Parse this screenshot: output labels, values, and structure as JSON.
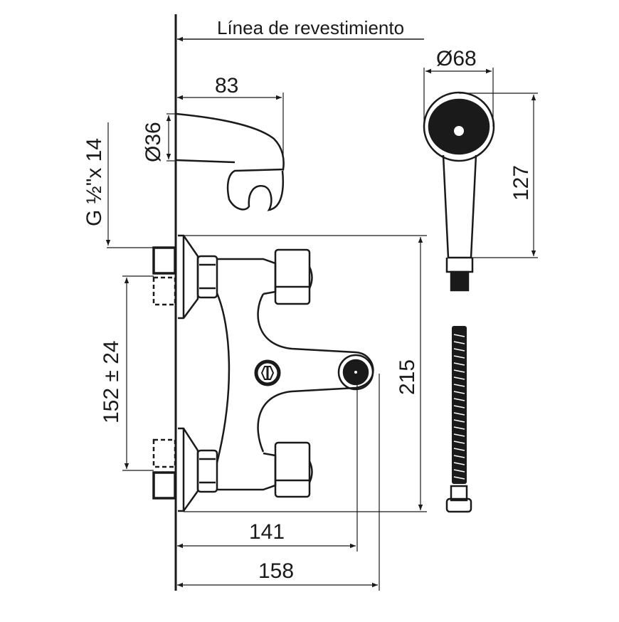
{
  "diagram": {
    "title": "Bath/shower thermostatic mixer dimensional drawing",
    "labels": {
      "wall_line": "Línea de revestimiento",
      "spout_length": "83",
      "spout_diameter": "Ø36",
      "thread": "G ½\"x 14",
      "handshower_diameter": "Ø68",
      "handshower_length": "127",
      "inlet_spacing": "152 ± 24",
      "body_height": "215",
      "depth_to_spout": "141",
      "total_depth": "158"
    },
    "colors": {
      "line": "#1a1a1a",
      "background": "#ffffff"
    }
  }
}
